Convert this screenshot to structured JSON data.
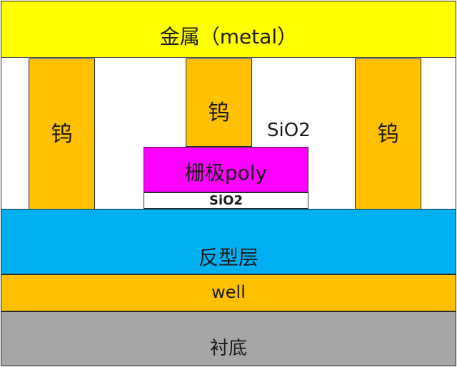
{
  "layers": {
    "metal": {
      "label": "金属（metal）",
      "color": "#ffff00"
    },
    "tungsten_plugs": [
      {
        "label": "钨",
        "color": "#ffc000"
      },
      {
        "label": "钨",
        "color": "#ffc000"
      },
      {
        "label": "钨",
        "color": "#ffc000"
      }
    ],
    "oxide": {
      "label": "SiO2",
      "color": "#ffffff"
    },
    "gate": {
      "label": "栅极poly",
      "color": "#ff00ff"
    },
    "gate_oxide": {
      "label": "SiO2",
      "color": "#ffffff"
    },
    "inversion": {
      "label": "反型层",
      "color": "#00b0f0"
    },
    "well": {
      "label": "well",
      "color": "#ffc000"
    },
    "substrate": {
      "label": "衬底",
      "color": "#a6a6a6"
    }
  }
}
